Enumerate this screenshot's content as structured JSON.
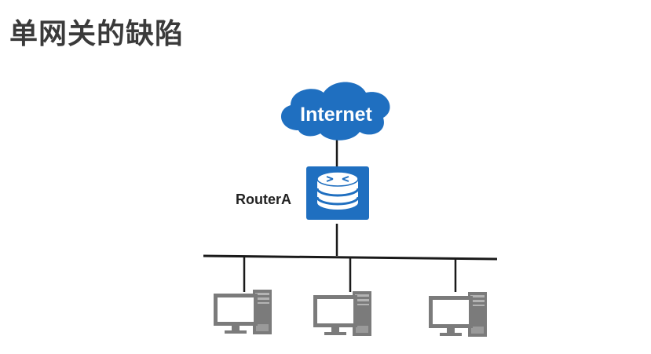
{
  "title": "单网关的缺陷",
  "nodes": {
    "internet": {
      "label": "Internet",
      "icon": "cloud-icon",
      "color": "#1f6fc0"
    },
    "router": {
      "label": "RouterA",
      "icon": "router-icon",
      "color": "#1f6fc0"
    },
    "hosts": [
      {
        "icon": "pc-icon"
      },
      {
        "icon": "pc-icon"
      },
      {
        "icon": "pc-icon"
      }
    ]
  },
  "links": [
    {
      "from": "internet",
      "to": "router"
    },
    {
      "from": "router",
      "to": "lan-bus"
    },
    {
      "from": "lan-bus",
      "to": "host-1"
    },
    {
      "from": "lan-bus",
      "to": "host-2"
    },
    {
      "from": "lan-bus",
      "to": "host-3"
    }
  ]
}
